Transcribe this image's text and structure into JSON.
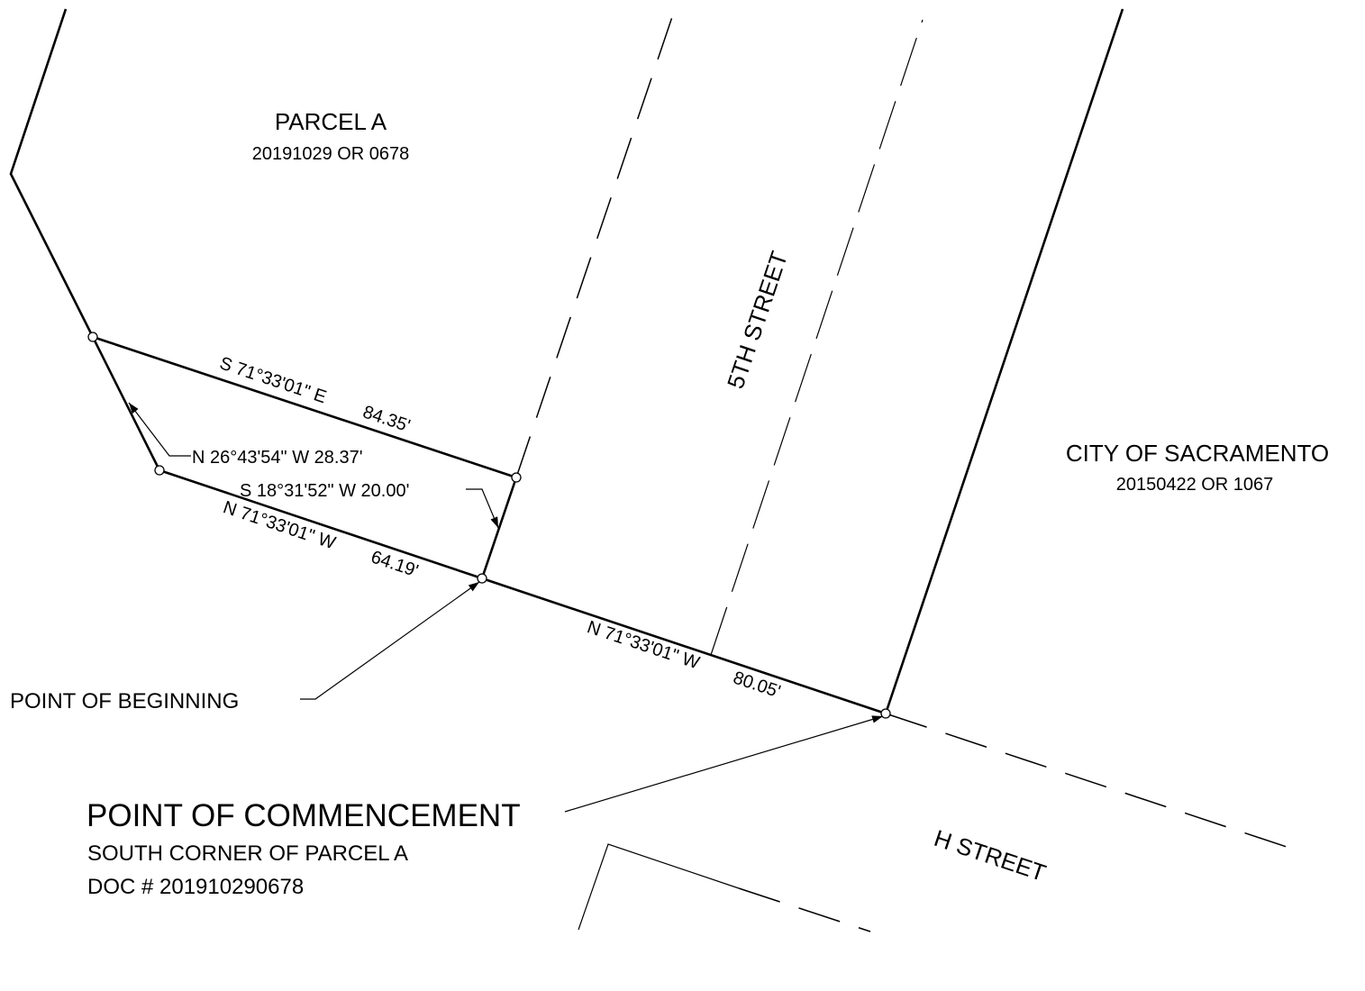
{
  "parcel_a": {
    "name": "PARCEL A",
    "doc": "20191029 OR 0678"
  },
  "city": {
    "name": "CITY OF SACRAMENTO",
    "doc": "20150422 OR 1067"
  },
  "streets": {
    "fifth": "5TH STREET",
    "h": "H STREET"
  },
  "calls": {
    "c1": {
      "bearing": "S 71°33'01\" E",
      "distance": "84.35'"
    },
    "c2": {
      "text": "N 26°43'54\" W   28.37'"
    },
    "c3": {
      "text": "S 18°31'52\" W   20.00'"
    },
    "c4": {
      "bearing": "N 71°33'01\" W",
      "distance": "64.19'"
    },
    "c5": {
      "bearing": "N 71°33'01\" W",
      "distance": "80.05'"
    }
  },
  "pob": {
    "label": "POINT OF BEGINNING"
  },
  "poc": {
    "title": "POINT OF COMMENCEMENT",
    "line1": "SOUTH CORNER OF PARCEL A",
    "line2": "DOC # 201910290678"
  },
  "colors": {
    "ink": "#000000",
    "paper": "#ffffff"
  }
}
